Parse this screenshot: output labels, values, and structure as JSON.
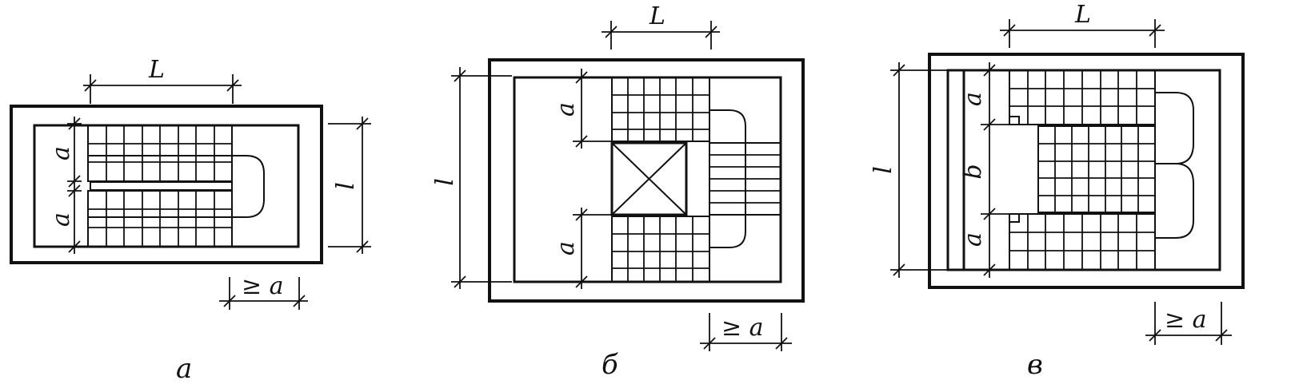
{
  "figures": [
    {
      "caption": "а",
      "dims": {
        "L": "L",
        "l": "l",
        "a_top": "a",
        "a_bottom": "a",
        "gap": "≥ a"
      }
    },
    {
      "caption": "б",
      "dims": {
        "L": "L",
        "l": "l",
        "a_top": "a",
        "a_bottom": "a",
        "gap": "≥ a"
      }
    },
    {
      "caption": "в",
      "dims": {
        "L": "L",
        "l": "l",
        "a_top": "a",
        "b": "b",
        "a_bottom": "a",
        "gap": "≥ a"
      }
    }
  ]
}
